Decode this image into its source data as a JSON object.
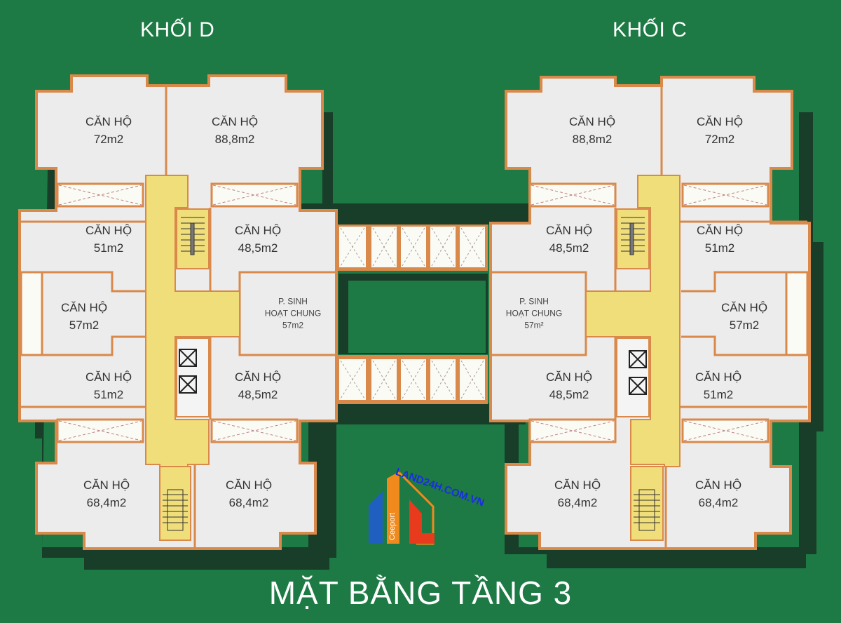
{
  "header": {
    "left_block": "KHỐI D",
    "right_block": "KHỐI C"
  },
  "footer": {
    "title": "MẶT BẰNG TẦNG 3"
  },
  "colors": {
    "background": "#1d7a45",
    "shadow": "#183d28",
    "wall": "#d9894a",
    "room": "#ececec",
    "corridor": "#f0de7a",
    "balcony": "#fbfbf5"
  },
  "block_d": {
    "rooms": [
      {
        "name": "CĂN HỘ",
        "area": "72m2"
      },
      {
        "name": "CĂN HỘ",
        "area": "88,8m2"
      },
      {
        "name": "CĂN HỘ",
        "area": "51m2"
      },
      {
        "name": "CĂN HỘ",
        "area": "48,5m2"
      },
      {
        "name": "CĂN HỘ",
        "area": "57m2"
      },
      {
        "name": "CĂN HỘ",
        "area": "51m2"
      },
      {
        "name": "CĂN HỘ",
        "area": "48,5m2"
      },
      {
        "name": "CĂN HỘ",
        "area": "68,4m2"
      },
      {
        "name": "CĂN HỘ",
        "area": "68,4m2"
      }
    ],
    "common_room": {
      "line1": "P. SINH",
      "line2": "HOẠT CHUNG",
      "area": "57m2"
    }
  },
  "block_c": {
    "rooms": [
      {
        "name": "CĂN HỘ",
        "area": "88,8m2"
      },
      {
        "name": "CĂN HỘ",
        "area": "72m2"
      },
      {
        "name": "CĂN HỘ",
        "area": "48,5m2"
      },
      {
        "name": "CĂN HỘ",
        "area": "51m2"
      },
      {
        "name": "CĂN HỘ",
        "area": "57m2"
      },
      {
        "name": "CĂN HỘ",
        "area": "48,5m2"
      },
      {
        "name": "CĂN HỘ",
        "area": "51m2"
      },
      {
        "name": "CĂN HỘ",
        "area": "68,4m2"
      },
      {
        "name": "CĂN HỘ",
        "area": "68,4m2"
      }
    ],
    "common_room": {
      "line1": "P. SINH",
      "line2": "HOẠT CHUNG",
      "area": "57m²"
    }
  },
  "watermark": {
    "brand": "Ceeport",
    "site": "LAND24H.COM.VN"
  }
}
